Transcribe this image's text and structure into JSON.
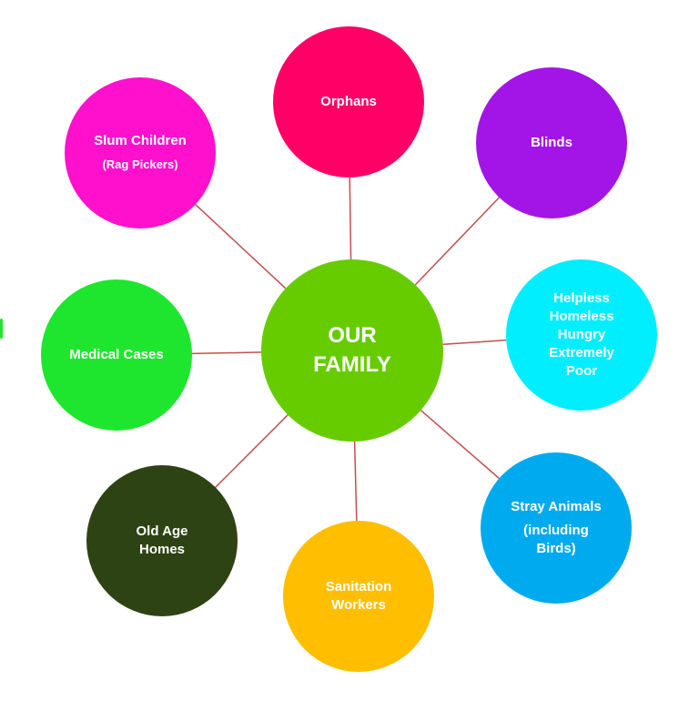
{
  "center": {
    "label_line1": "OUR",
    "label_line2": "FAMILY",
    "color": "#66cc00"
  },
  "link_color": "#c0504d",
  "nodes": [
    {
      "id": "orphans",
      "lines": [
        "Orphans"
      ],
      "sub": "",
      "color": "#ff0066"
    },
    {
      "id": "blinds",
      "lines": [
        "Blinds"
      ],
      "sub": "",
      "color": "#a315e6"
    },
    {
      "id": "helpless",
      "lines": [
        "Helpless",
        "Homeless",
        "Hungry",
        "Extremely",
        "Poor"
      ],
      "sub": "",
      "color": "#00eeff"
    },
    {
      "id": "stray-animals",
      "lines": [
        "Stray Animals"
      ],
      "sub": "(including Birds)",
      "color": "#00aaee"
    },
    {
      "id": "sanitation-workers",
      "lines": [
        "Sanitation",
        "Workers"
      ],
      "sub": "",
      "color": "#ffbf00"
    },
    {
      "id": "old-age-homes",
      "lines": [
        "Old Age",
        "Homes"
      ],
      "sub": "",
      "color": "#2d4313"
    },
    {
      "id": "medical-cases",
      "lines": [
        "Medical Cases"
      ],
      "sub": "",
      "color": "#1ee62e"
    },
    {
      "id": "slum-children",
      "lines": [
        "Slum Children"
      ],
      "sub": "(Rag Pickers)",
      "color": "#ff10cc"
    }
  ]
}
